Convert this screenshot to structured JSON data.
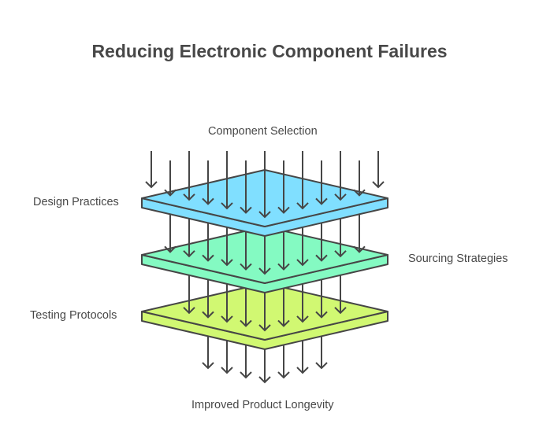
{
  "title": "Reducing Electronic Component Failures",
  "labels": {
    "top": "Component Selection",
    "layer1_left": "Design Practices",
    "layer2_right": "Sourcing Strategies",
    "layer3_left": "Testing Protocols",
    "bottom": "Improved Product Longevity"
  },
  "layers": [
    {
      "name": "Design Practices",
      "color": "#80dfff"
    },
    {
      "name": "Sourcing Strategies",
      "color": "#84fac2"
    },
    {
      "name": "Testing Protocols",
      "color": "#d1f872"
    }
  ],
  "colors": {
    "stroke": "#464646",
    "text": "#484848"
  },
  "arrows": {
    "input_count": 13,
    "output_count": 7
  }
}
